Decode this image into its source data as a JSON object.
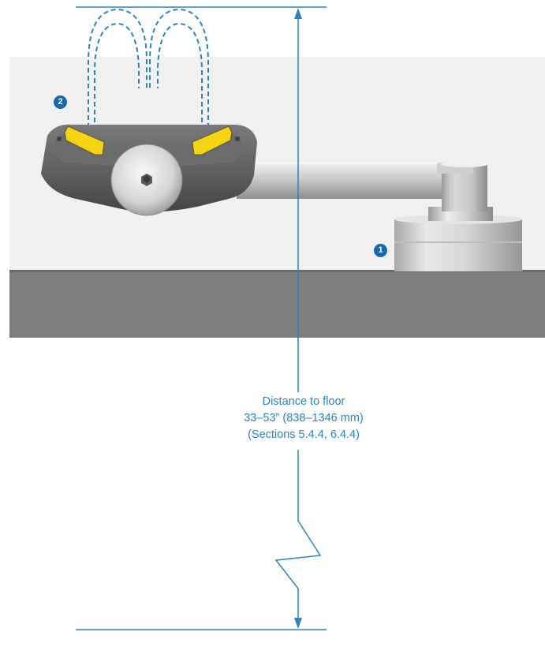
{
  "dimension": {
    "line1": "Distance to floor",
    "line2": "33–53” (838–1346 mm)",
    "line3": "(Sections 5.4.4, 6.4.4)"
  },
  "callouts": {
    "base": "1",
    "spray_head": "2"
  },
  "colors": {
    "dimension_line": "#2a84c4",
    "callout_badge": "#1768ad",
    "wall_background": "#f1f1f1",
    "counter": "#7d7d7d",
    "head_housing": "#616161",
    "yellow_outlet": "#f5d414",
    "steel": "#d9d9d9"
  },
  "icons": {
    "spray_stream": "dashed-water-arcs",
    "eyewash_head": "dual-outlet-spray-head",
    "mount_base": "cylindrical-flange-base"
  }
}
